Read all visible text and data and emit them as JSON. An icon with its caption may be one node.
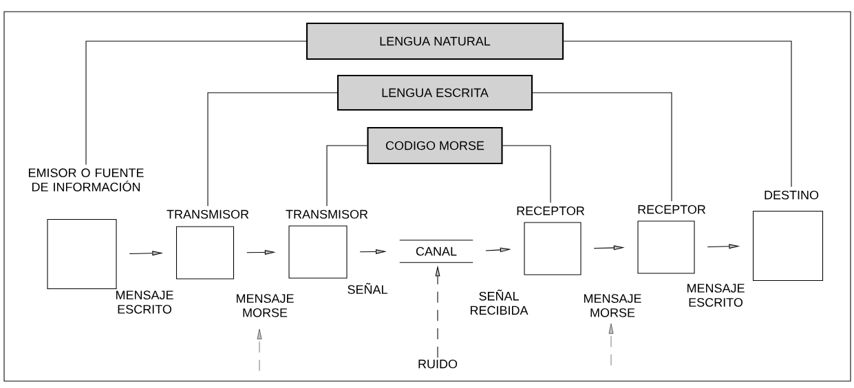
{
  "diagram": {
    "nodes": [
      {
        "text": [
          "LENGUA NATURAL"
        ]
      },
      {
        "text": [
          "LENGUA ESCRITA"
        ]
      },
      {
        "text": [
          "CODIGO MORSE"
        ]
      },
      {
        "text": [
          "EMISOR O FUENTE DE INFORMACIÓN"
        ]
      },
      {
        "text": [
          "TRANSMISOR"
        ]
      },
      {
        "text": [
          "TRANSMISOR"
        ]
      },
      {
        "text": [
          "CANAL"
        ]
      },
      {
        "text": [
          "RECEPTOR"
        ]
      },
      {
        "text": [
          "RECEPTOR"
        ]
      },
      {
        "text": [
          "DESTINO"
        ]
      },
      {
        "text": [
          "RUIDO"
        ]
      }
    ],
    "edges": [
      {
        "from": 3,
        "to": 4,
        "arrow": "to",
        "label": "MENSAJE ESCRITO"
      },
      {
        "from": 4,
        "to": 5,
        "arrow": "to",
        "label": "MENSAJE MORSE"
      },
      {
        "from": 5,
        "to": 6,
        "arrow": "to",
        "label": "SEÑAL"
      },
      {
        "from": 6,
        "to": 7,
        "arrow": "to",
        "label": "SEÑAL RECIBIDA"
      },
      {
        "from": 7,
        "to": 8,
        "arrow": "to",
        "label": "MENSAJE MORSE"
      },
      {
        "from": 8,
        "to": 9,
        "arrow": "to",
        "label": "MENSAJE ESCRITO"
      },
      {
        "from": 10,
        "to": 6,
        "arrow": "to",
        "style": "dashed"
      },
      {
        "from": 0,
        "to": 3,
        "arrow": "none"
      },
      {
        "from": 0,
        "to": 9,
        "arrow": "none"
      },
      {
        "from": 1,
        "to": 4,
        "arrow": "none"
      },
      {
        "from": 1,
        "to": 8,
        "arrow": "none"
      },
      {
        "from": 2,
        "to": 5,
        "arrow": "none"
      },
      {
        "from": 2,
        "to": 7,
        "arrow": "none"
      }
    ]
  }
}
